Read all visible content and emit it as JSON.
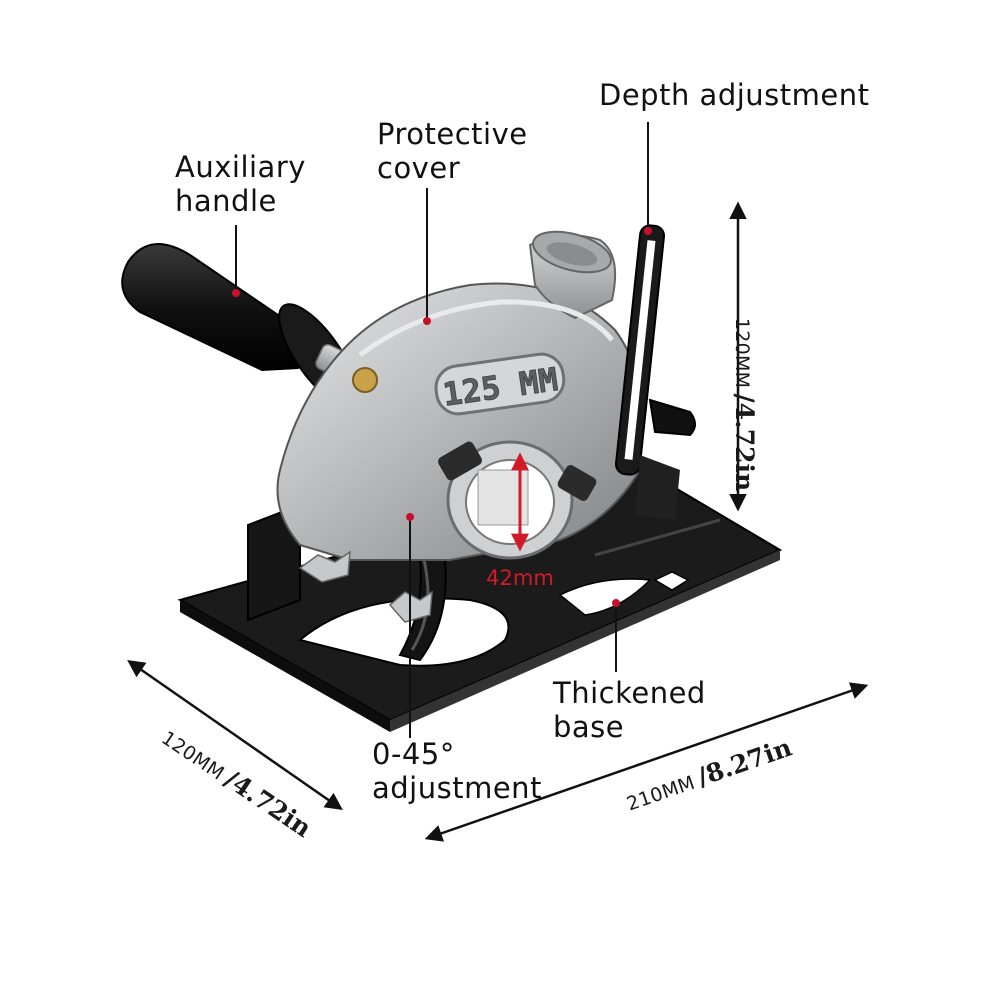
{
  "colors": {
    "callout_dot": "#c8102e",
    "measure_arrow": "#d11b2a",
    "label_text": "#111111",
    "metal": "#c4c6c8",
    "base": "#1b1b1b"
  },
  "labels": {
    "auxiliary_handle": [
      "Auxiliary",
      "handle"
    ],
    "protective_cover": [
      "Protective",
      "cover"
    ],
    "depth_adjustment": "Depth adjustment",
    "thickened_base": [
      "Thickened",
      "base"
    ],
    "angle_adjustment": [
      "0-45°",
      "adjustment"
    ]
  },
  "product_marking": "125 MM",
  "bore_diameter": "42mm",
  "dimensions": {
    "height": {
      "metric": "120MM",
      "imperial": "/4.72in"
    },
    "depth": {
      "metric": "120MM",
      "imperial": "/4.72in"
    },
    "width": {
      "metric": "210MM",
      "imperial": "/8.27in"
    }
  }
}
